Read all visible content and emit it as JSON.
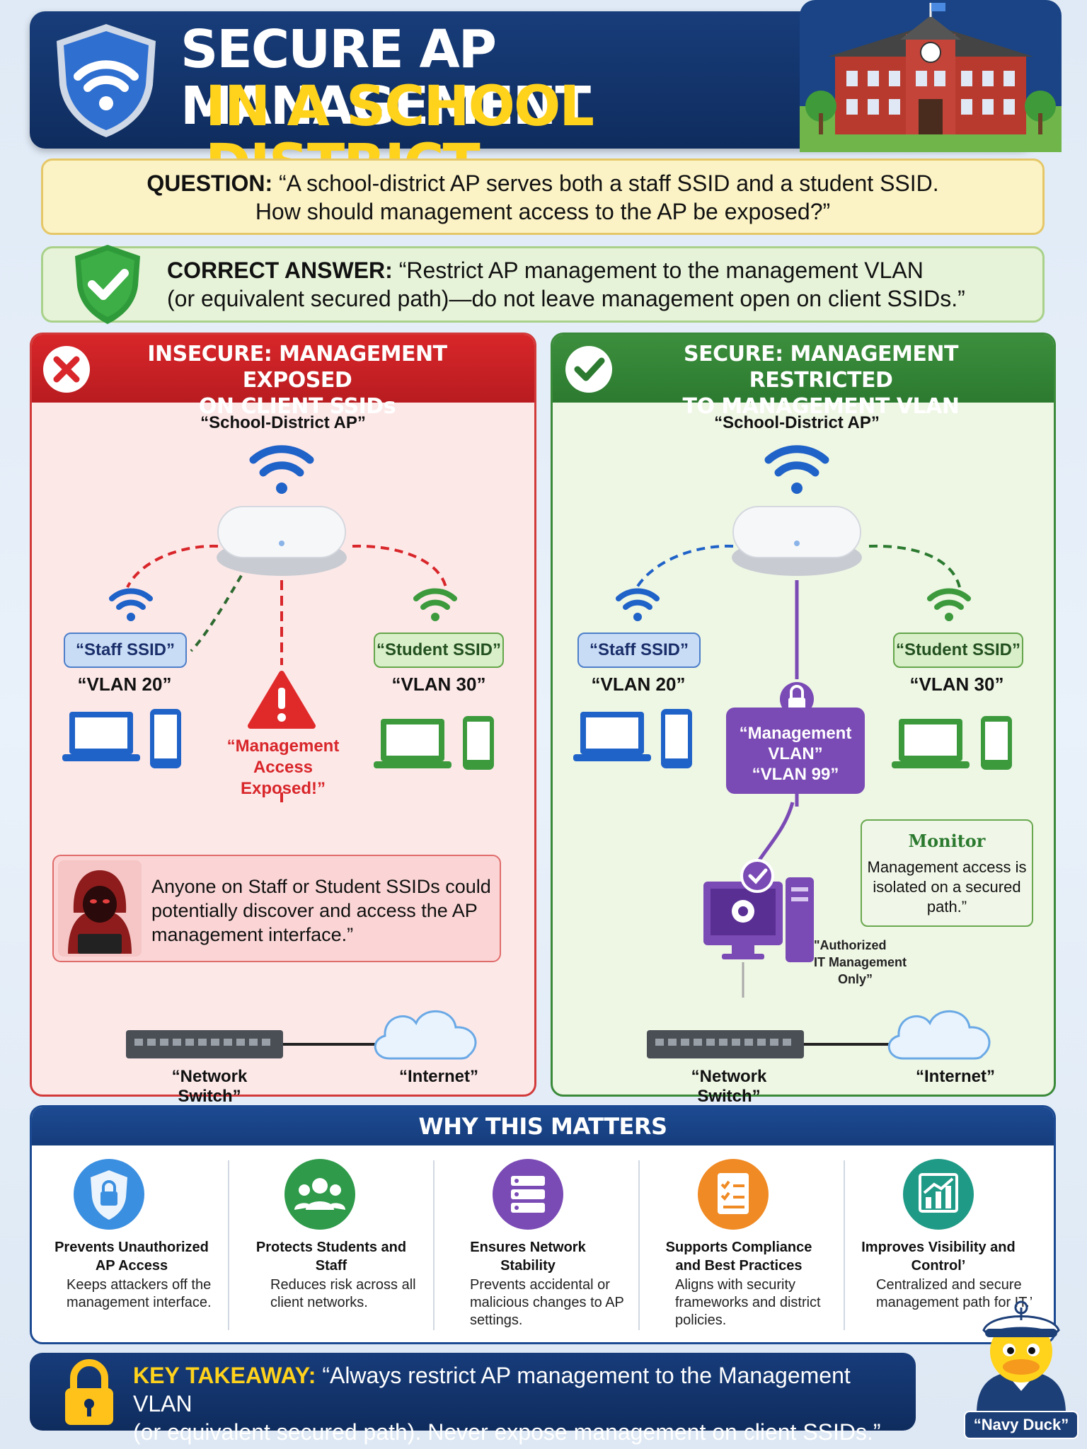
{
  "header": {
    "title_line1": "SECURE AP MANAGEMENT",
    "title_line2": "IN A SCHOOL DISTRICT"
  },
  "question": {
    "label": "QUESTION:",
    "line1": "“A school-district AP serves both a staff SSID and a student SSID.",
    "line2": "How should management access to the AP be exposed?”"
  },
  "answer": {
    "label": "CORRECT ANSWER:",
    "line1": "“Restrict AP management to the management VLAN",
    "line2": "(or equivalent secured path)—do not leave management open on client SSIDs.”"
  },
  "insecure": {
    "title_line1": "INSECURE: MANAGEMENT EXPOSED",
    "title_line2": "ON CLIENT SSIDs",
    "ap_label": "“School-District AP”",
    "staff_ssid": "“Staff SSID”",
    "staff_vlan": "“VLAN 20”",
    "student_ssid": "“Student SSID”",
    "student_vlan": "“VLAN 30”",
    "exposed_line1": "“Management",
    "exposed_line2": "Access",
    "exposed_line3": "Exposed!”",
    "threat_text": "Anyone on Staff or Student SSIDs could potentially discover and access the AP management interface.”",
    "switch_label": "“Network Switch”",
    "internet_label": "“Internet”"
  },
  "secure": {
    "title_line1": "SECURE: MANAGEMENT RESTRICTED",
    "title_line2": "TO MANAGEMENT VLAN",
    "ap_label": "“School-District AP”",
    "staff_ssid": "“Staff SSID”",
    "staff_vlan": "“VLAN 20”",
    "student_ssid": "“Student SSID”",
    "student_vlan": "“VLAN 30”",
    "mgmt_vlan_line1": "“Management",
    "mgmt_vlan_line2": "VLAN”",
    "mgmt_vlan_line3": "“VLAN 99”",
    "isolated_title": "Monitor",
    "isolated_text": "Management access is isolated on a secured path.”",
    "auth_line1": "\"Authorized",
    "auth_line2": "IT Management",
    "auth_line3": "Only”",
    "switch_label": "“Network Switch”",
    "internet_label": "“Internet”"
  },
  "why": {
    "heading": "WHY THIS MATTERS",
    "items": [
      {
        "title": "Prevents Unauthorized AP Access",
        "desc": "Keeps attackers off the management interface.",
        "icon": "lock-icon",
        "color": "#3b8fe0"
      },
      {
        "title": "Protects Students and Staff",
        "desc": "Reduces risk across all client networks.",
        "icon": "people-icon",
        "color": "#2e9a4a"
      },
      {
        "title": "Ensures Network Stability",
        "desc": "Prevents accidental or malicious changes to AP settings.",
        "icon": "server-icon",
        "color": "#7a4ab5"
      },
      {
        "title": "Supports Compliance and Best Practices",
        "desc": "Aligns with security frameworks and district policies.",
        "icon": "checklist-icon",
        "color": "#f08a24"
      },
      {
        "title": "Improves Visibility and Control’",
        "desc": "Centralized and secure management path for IT.’",
        "icon": "chart-icon",
        "color": "#1f9a86"
      }
    ]
  },
  "takeaway": {
    "label": "KEY TAKEAWAY:",
    "line1": "“Always restrict AP management to the Management VLAN",
    "line2": "(or equivalent secured path). Never expose management on client SSIDs.”"
  },
  "mascot_label": "“Navy Duck”",
  "colors": {
    "navy": "#0f2c5e",
    "yellow": "#ffd21c",
    "danger": "#d8262a",
    "safe": "#2c7a30",
    "purple": "#7a4ab5"
  }
}
